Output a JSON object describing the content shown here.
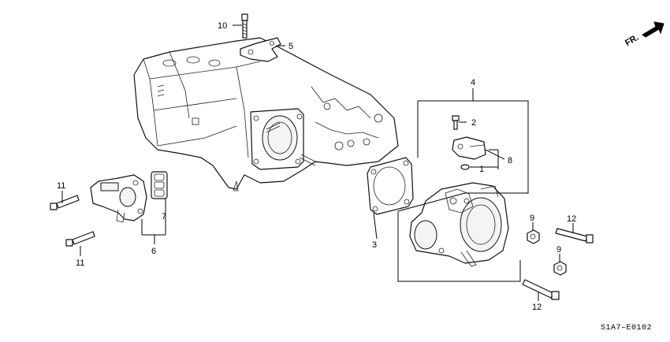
{
  "callouts": {
    "c1": "1",
    "c2": "2",
    "c3": "3",
    "c4": "4",
    "c5": "5",
    "c6": "6",
    "c7": "7",
    "c8": "8",
    "c9a": "9",
    "c9b": "9",
    "c10": "10",
    "c11a": "11",
    "c11b": "11",
    "c12a": "12",
    "c12b": "12"
  },
  "front_arrow_label": "FR.",
  "diagram_code": "S1A7–E0102"
}
